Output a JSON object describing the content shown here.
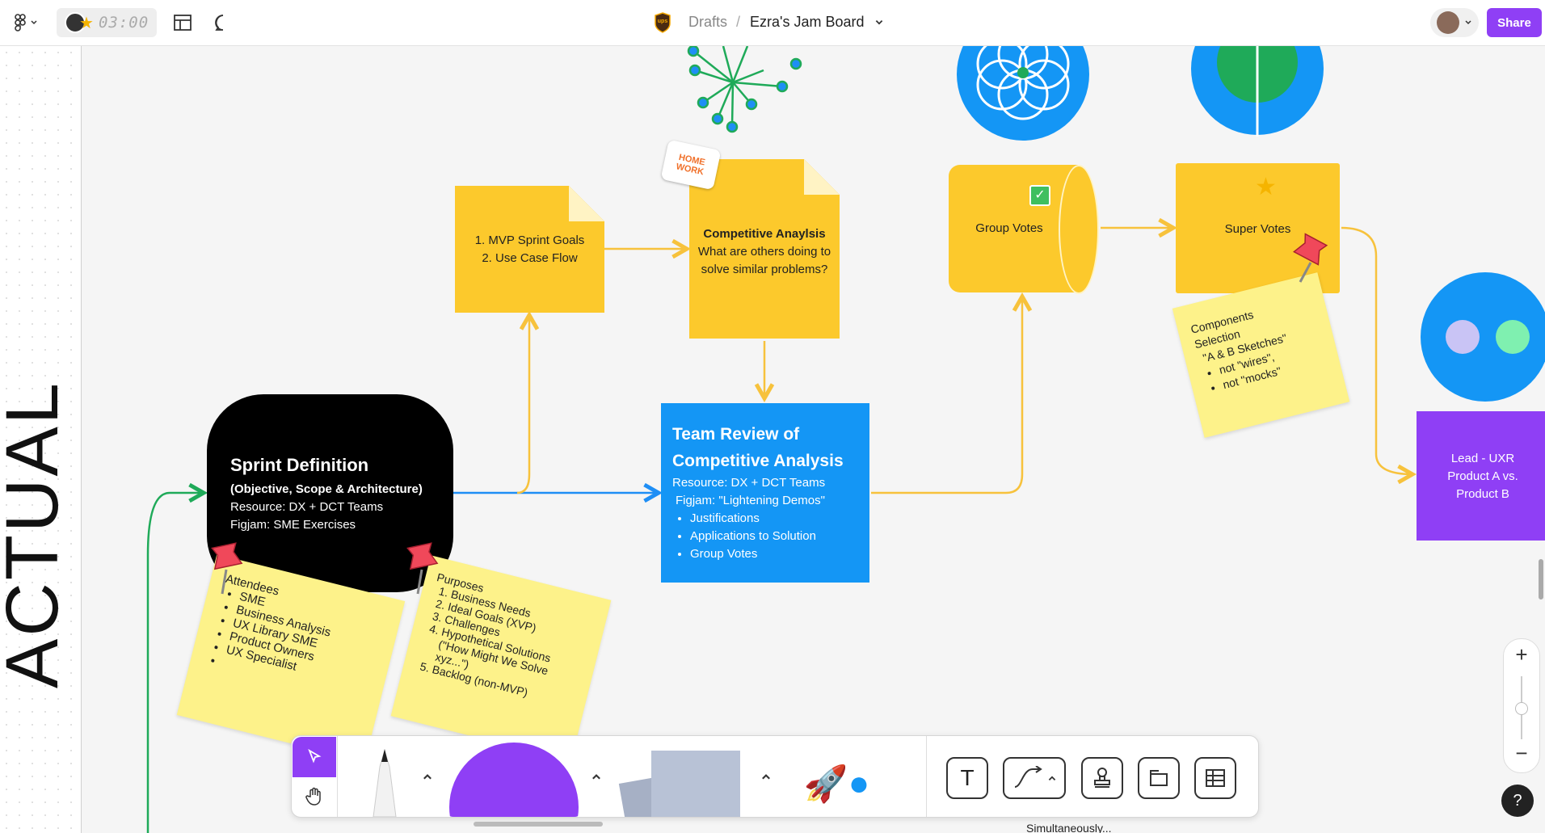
{
  "topbar": {
    "timer": "03:00",
    "breadcrumb_parent": "Drafts",
    "breadcrumb_sep": "/",
    "file_title": "Ezra's Jam Board",
    "share_label": "Share",
    "org_badge": "ups"
  },
  "canvas": {
    "side_label": "ACTUAL",
    "sprint": {
      "title": "Sprint Definition",
      "subtitle": "(Objective, Scope & Architecture)",
      "resource": "Resource: DX + DCT Teams",
      "figjam": "Figjam: SME Exercises"
    },
    "attendees": {
      "heading": "Attendees",
      "items": [
        "SME",
        "Business Analysis",
        "UX Library SME",
        "Product Owners",
        "UX Specialist",
        ""
      ]
    },
    "purposes": {
      "heading": "Purposes",
      "items": [
        "Business Needs",
        "Ideal Goals (XVP)",
        "Challenges",
        "Hypothetical Solutions (\"How Might We Solve xyz...\")",
        "Backlog (non-MVP)"
      ]
    },
    "mvp": {
      "line1": "1. MVP Sprint Goals",
      "line2": "2. Use Case Flow"
    },
    "competitive": {
      "title": "Competitive Anaylsis",
      "body": "What are others doing to solve similar problems?"
    },
    "team_review": {
      "title": "Team Review of Competitive Analysis",
      "resource": "Resource: DX + DCT Teams",
      "figjam": "Figjam: \"Lightening Demos\"",
      "items": [
        "Justifications",
        "Applications to Solution",
        "Group Votes"
      ]
    },
    "group_votes": "Group Votes",
    "super_votes": "Super Votes",
    "components": {
      "line1": "Components",
      "line2": "Selection",
      "line3": "\"A & B Sketches\"",
      "items": [
        "not \"wires\",",
        "not \"mocks\""
      ]
    },
    "lead": "Lead - UXR Product A vs. Product B",
    "homework_sticker": "HOME WORK",
    "partial_text": "Simultaneously..."
  },
  "colors": {
    "yellow": "#fcc92c",
    "blue": "#1496f5",
    "purple": "#8f3ff5",
    "black": "#000000",
    "sticky": "#fdf28a",
    "green": "#1faa59"
  },
  "zoom": {
    "plus": "+",
    "minus": "−",
    "help": "?"
  }
}
